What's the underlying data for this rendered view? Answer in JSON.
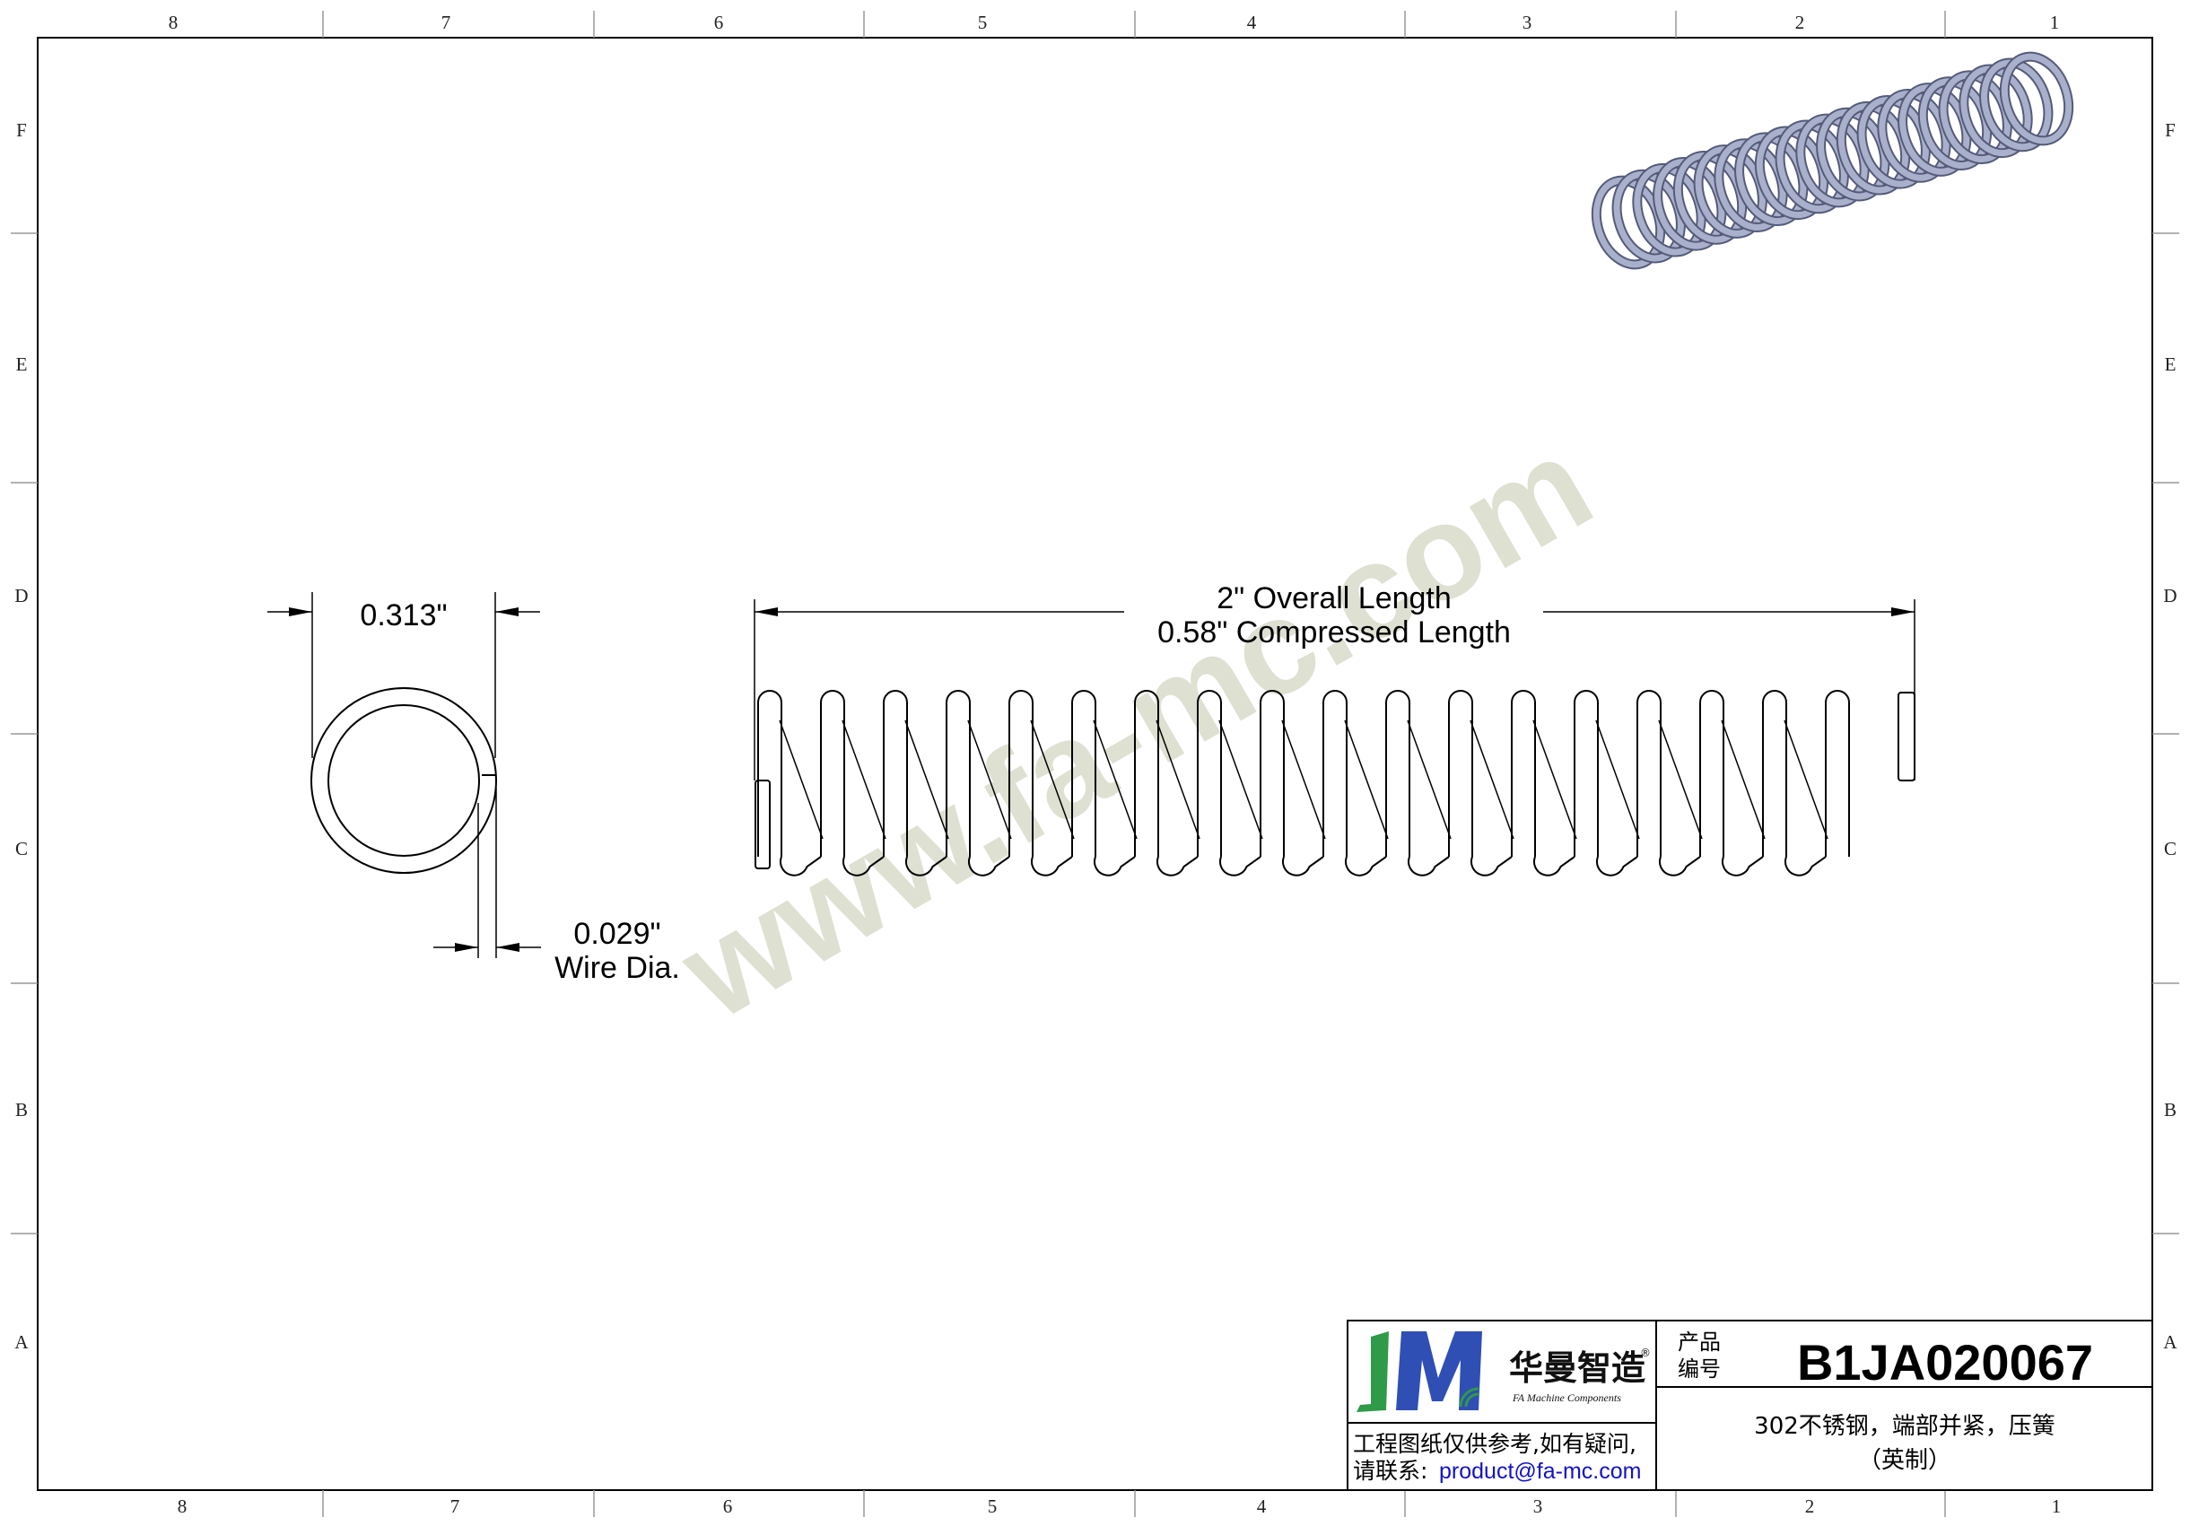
{
  "border": {
    "columns_top": [
      "8",
      "7",
      "6",
      "5",
      "4",
      "3",
      "2",
      "1"
    ],
    "columns_bottom": [
      "8",
      "7",
      "6",
      "5",
      "4",
      "3",
      "2",
      "1"
    ],
    "rows_left": [
      "F",
      "E",
      "D",
      "C",
      "B",
      "A"
    ],
    "rows_right": [
      "F",
      "E",
      "D",
      "C",
      "B",
      "A"
    ]
  },
  "dimensions": {
    "outer_diameter": "0.313\"",
    "wire_dia_value": "0.029\"",
    "wire_dia_label": "Wire Dia.",
    "overall_length": "2\" Overall Length",
    "compressed_length": "0.58\" Compressed Length"
  },
  "watermark": "www.fa-mc.com",
  "title_block": {
    "logo_cn": "华曼智造",
    "logo_en": "FA Machine Components",
    "logo_mark": "®",
    "product_label_1": "产品",
    "product_label_2": "编号",
    "product_number": "B1JA020067",
    "description_1": "302不锈钢，端部并紧，压簧",
    "description_2": "（英制）",
    "note_1": "工程图纸仅供参考,如有疑问,",
    "note_2": "请联系:",
    "email": "product@fa-mc.com"
  },
  "colors": {
    "line": "#000000",
    "spring_steel": "#a9b0cc",
    "logo_green": "#2f9a48",
    "logo_blue": "#2f4fb5",
    "email": "#1212c8"
  }
}
